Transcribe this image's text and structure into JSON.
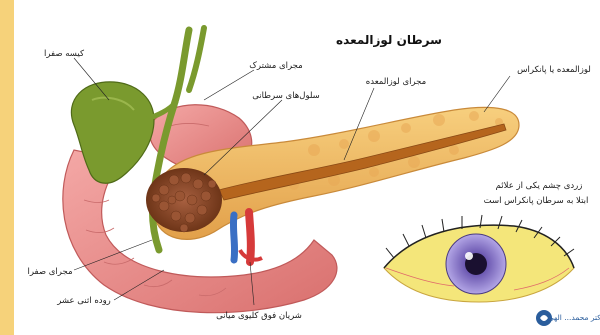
{
  "title": "سرطان لوزالمعده",
  "labels": {
    "gallbladder": "کیسه صفرا",
    "common_duct": "مجرای مشترک",
    "cancer_cells": "سلول‌های سرطانی",
    "pancreatic_duct": "مجرای لوزالمعده",
    "pancreas": "لوزالمعده یا پانکراس",
    "bile_duct": "مجرای صفرا",
    "duodenum": "روده اثنی عشر",
    "artery": "شریان فوق کلیوی میانی",
    "eye_note_1": "زردی چشم یکی از علائم",
    "eye_note_2": "ابتلا به سرطان پانکراس است"
  },
  "logo": {
    "text": "دکتر محمد... الهی"
  },
  "colors": {
    "page_frame": "#f6d27a",
    "pancreas": "#f0b560",
    "pancreas_duct": "#b5651d",
    "duodenum": "#e98a8a",
    "gallbladder": "#7a9a2e",
    "tumor": "#8a4a2a",
    "iris": "#8f7cc9",
    "sclera": "#f4e67a"
  }
}
